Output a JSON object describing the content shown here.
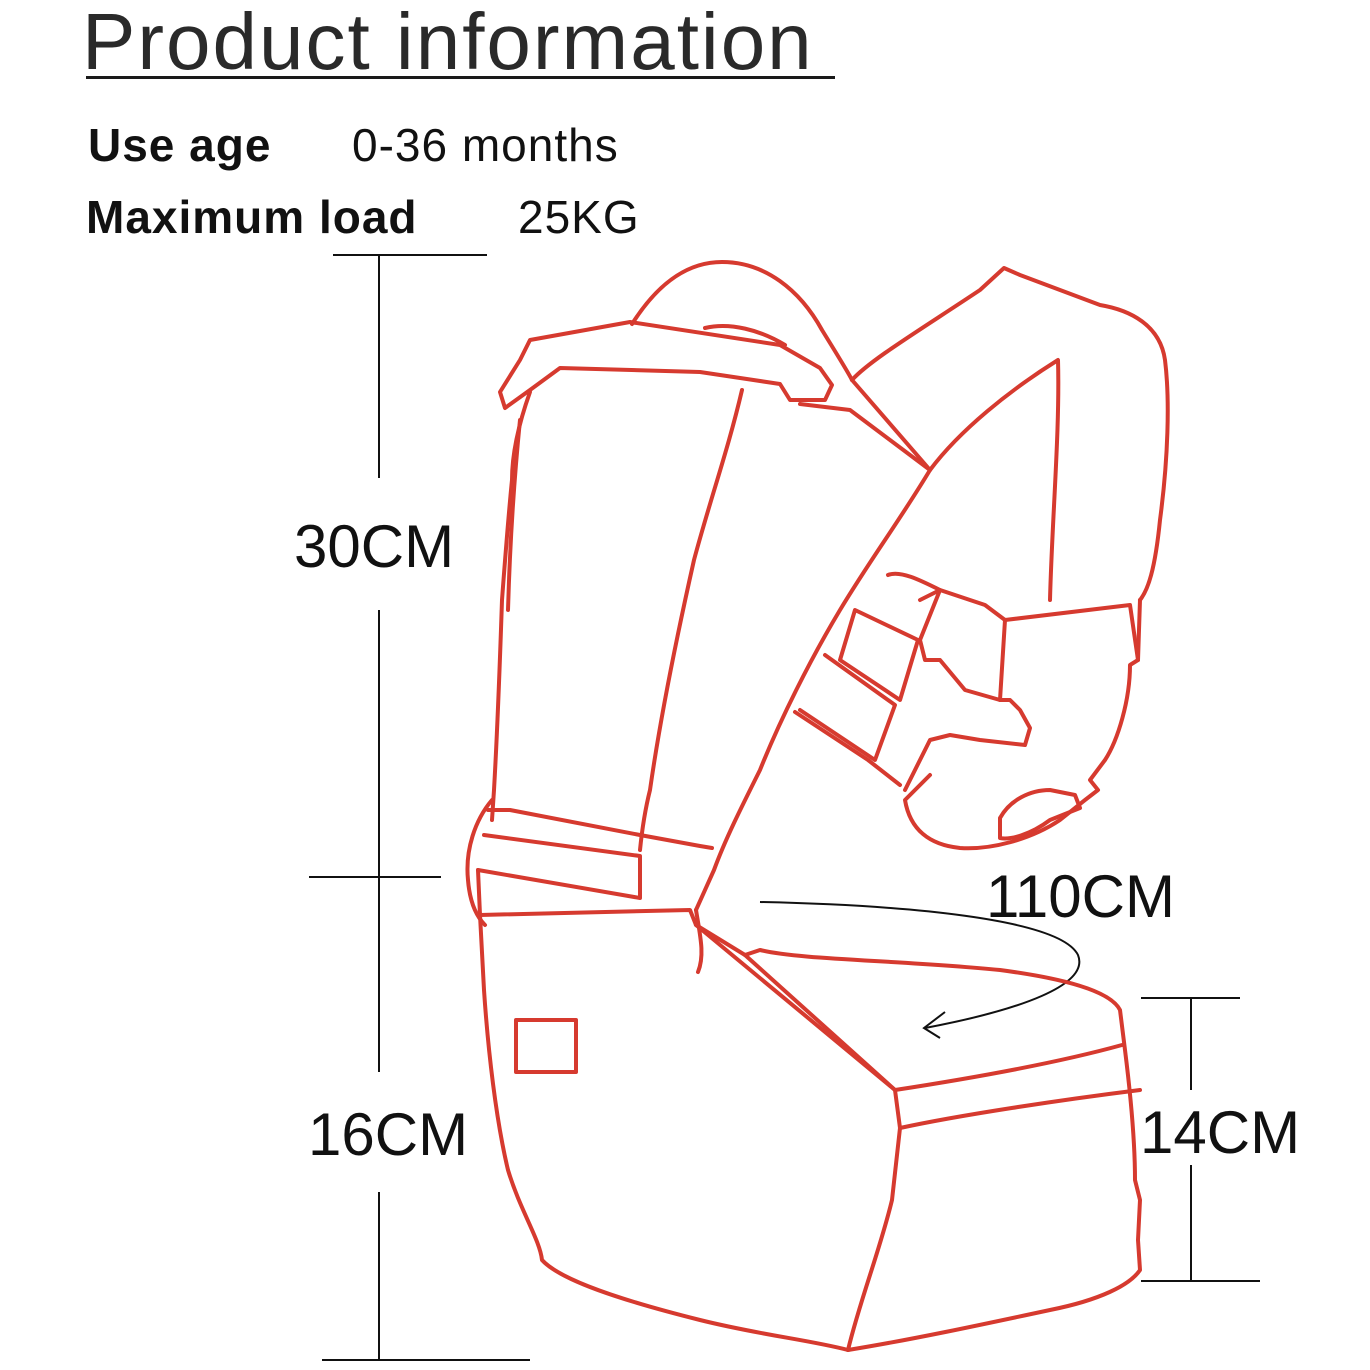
{
  "title": "Product information",
  "specs": {
    "use_age_label": "Use age",
    "use_age_value": "0-36 months",
    "max_load_label": "Maximum load",
    "max_load_value": "25KG"
  },
  "dimensions": {
    "height_back": "30CM",
    "height_seat": "16CM",
    "waist": "110CM",
    "seat_depth": "14CM"
  },
  "colors": {
    "outline": "#d63a2f",
    "lines": "#111111"
  }
}
